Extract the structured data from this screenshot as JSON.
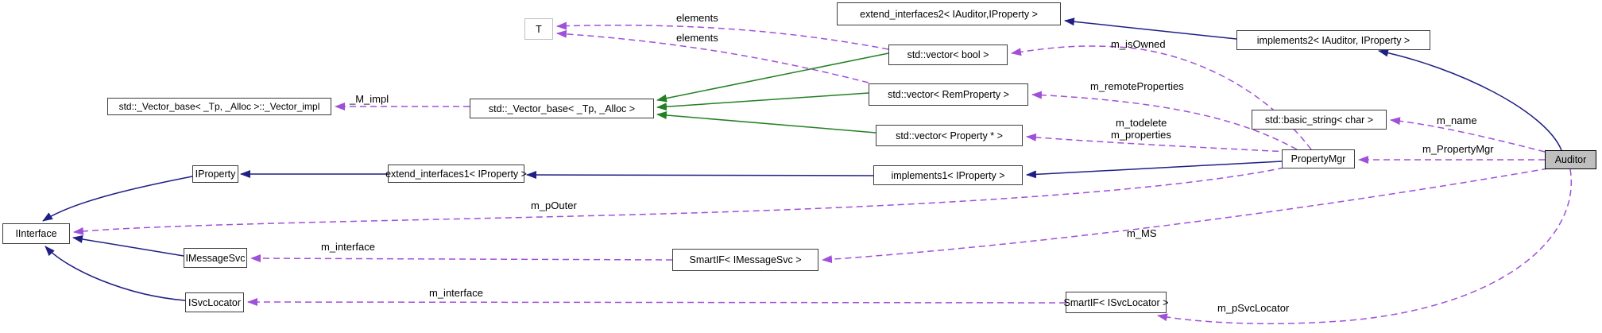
{
  "diagram": {
    "nodes": {
      "extend_interfaces2": "extend_interfaces2< IAuditor,IProperty >",
      "implements2": "implements2< IAuditor, IProperty >",
      "t": "T",
      "vector_bool": "std::vector< bool >",
      "vector_remproperty": "std::vector< RemProperty >",
      "vector_base": "std::_Vector_base< _Tp, _Alloc >",
      "vector_impl": "std::_Vector_base< _Tp, _Alloc >::_Vector_impl",
      "vector_property": "std::vector< Property * >",
      "basic_string": "std::basic_string< char >",
      "property_mgr": "PropertyMgr",
      "auditor": "Auditor",
      "iproperty": "IProperty",
      "extend_interfaces1": "extend_interfaces1< IProperty >",
      "implements1": "implements1< IProperty >",
      "iinterface": "IInterface",
      "imessagesvc": "IMessageSvc",
      "smartif_imessagesvc": "SmartIF< IMessageSvc >",
      "isvclocator": "ISvcLocator",
      "smartif_isvclocator": "SmartIF< ISvcLocator >"
    },
    "edge_labels": {
      "elements_1": "elements",
      "elements_2": "elements",
      "m_isOwned": "m_isOwned",
      "m_impl": "_M_impl",
      "m_remoteProperties": "m_remoteProperties",
      "m_todelete": "m_todelete",
      "m_properties": "m_properties",
      "m_name": "m_name",
      "m_PropertyMgr": "m_PropertyMgr",
      "m_pOuter": "m_pOuter",
      "m_MS": "m_MS",
      "m_interface_msg": "m_interface",
      "m_interface_svc": "m_interface",
      "m_pSvcLocator": "m_pSvcLocator"
    },
    "colors": {
      "inh": "#1f1f85",
      "use": "#a050d8",
      "prot": "#238023",
      "border": "#3d3d3d",
      "fill": "#ffffff",
      "focus": "#bfbfbf",
      "tborder": "#c0c0c0"
    }
  }
}
